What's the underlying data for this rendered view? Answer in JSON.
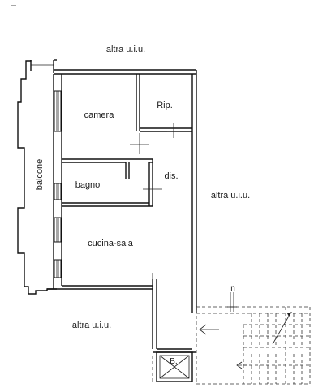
{
  "plan": {
    "labels": {
      "altra_top": "altra u.i.u.",
      "altra_right": "altra u.i.u.",
      "altra_bottom": "altra u.i.u.",
      "camera": "camera",
      "rip": "Rip.",
      "bagno": "bagno",
      "dis": "dis.",
      "cucina": "cucina-sala",
      "balcone": "balcone",
      "b": "B.",
      "n": "n"
    }
  }
}
